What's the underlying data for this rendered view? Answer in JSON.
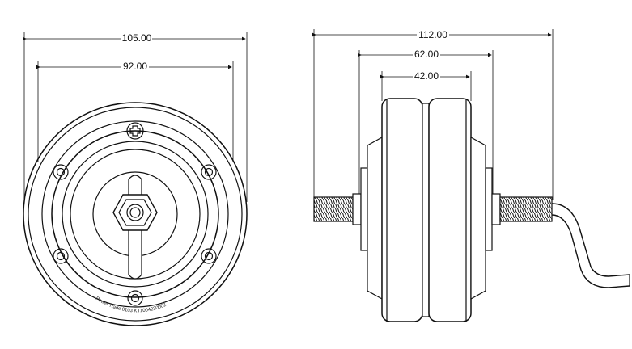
{
  "dimensions": {
    "front_outer": "105.00",
    "front_inner": "92.00",
    "side_total": "112.00",
    "side_mid": "62.00",
    "side_inner": "42.00"
  },
  "label": {
    "text": "Power Trade 0103 KT1004230002"
  },
  "colors": {
    "line": "#111111",
    "background": "#ffffff"
  }
}
